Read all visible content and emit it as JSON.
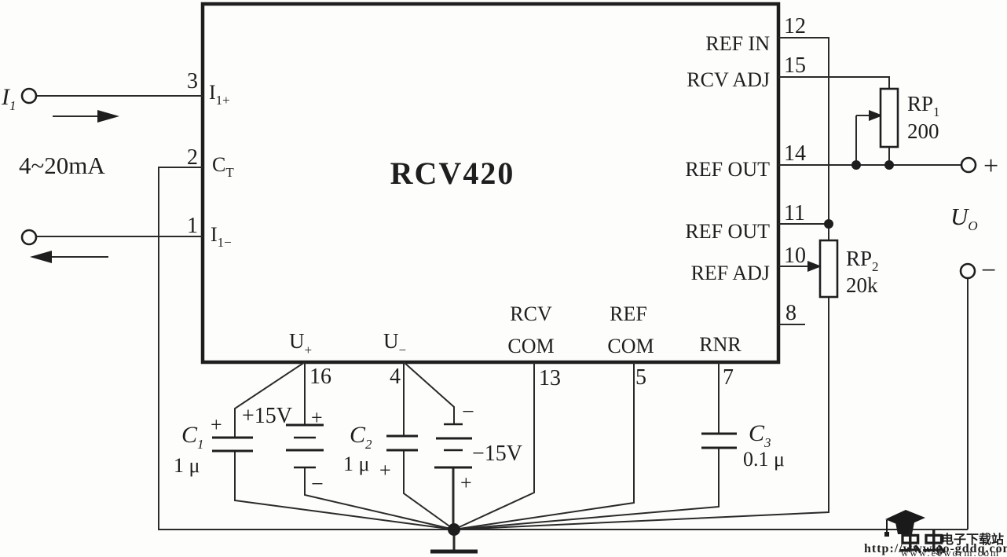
{
  "chip": {
    "name": "RCV420"
  },
  "source": {
    "label_main": "I",
    "label_sub": "1",
    "range": "4~20mA"
  },
  "pins": {
    "left": [
      {
        "num": "3",
        "main": "I",
        "sub": "1+"
      },
      {
        "num": "2",
        "main": "C",
        "sub": "T"
      },
      {
        "num": "1",
        "main": "I",
        "sub": "1−"
      }
    ],
    "right": [
      {
        "num": "12",
        "label": "REF IN"
      },
      {
        "num": "15",
        "label": "RCV ADJ"
      },
      {
        "num": "14",
        "label": "REF OUT"
      },
      {
        "num": "11",
        "label": "REF OUT"
      },
      {
        "num": "10",
        "label": "REF ADJ"
      },
      {
        "num": "8",
        "label": ""
      }
    ],
    "bottom": [
      {
        "num": "16",
        "main": "U",
        "sub": "+"
      },
      {
        "num": "4",
        "main": "U",
        "sub": "−"
      },
      {
        "num": "13",
        "line1": "RCV",
        "line2": "COM"
      },
      {
        "num": "5",
        "line1": "REF",
        "line2": "COM"
      },
      {
        "num": "7",
        "label": "RNR"
      }
    ]
  },
  "components": {
    "rp1": {
      "main": "RP",
      "sub": "1",
      "value": "200"
    },
    "rp2": {
      "main": "RP",
      "sub": "2",
      "value": "20k"
    },
    "c1": {
      "main": "C",
      "sub": "1",
      "value": "1 μ",
      "polarity": "+"
    },
    "c2": {
      "main": "C",
      "sub": "2",
      "value": "1 μ",
      "polarity": "+"
    },
    "c3": {
      "main": "C",
      "sub": "3",
      "value": "0.1 μ"
    },
    "vpos": {
      "label": "+15V",
      "top": "+",
      "bottom": "−"
    },
    "vneg": {
      "label": "−15V",
      "top": "−",
      "bottom": "+"
    }
  },
  "output": {
    "plus": "+",
    "minus": "−",
    "main": "U",
    "sub": "O"
  },
  "watermark": {
    "cn_red": "虫虫",
    "cn_black": "电子下载站",
    "url1": "http://www.go-gddq.com",
    "url2": "www.eeworm.com"
  }
}
